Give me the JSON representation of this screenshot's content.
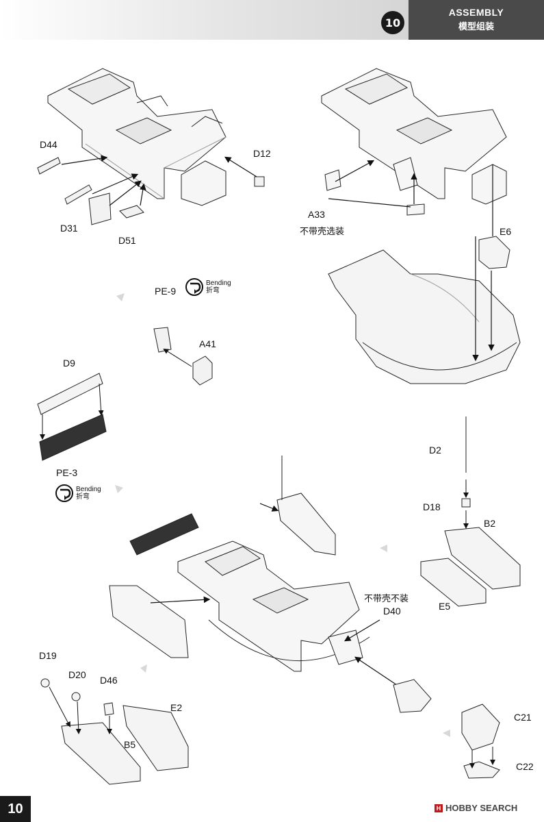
{
  "header": {
    "step_number": "10",
    "title": "ASSEMBLY",
    "subtitle": "模型组装"
  },
  "page_number": "10",
  "watermark": "HOBBY SEARCH",
  "bending_note": {
    "en": "Bending",
    "cn": "折弯"
  },
  "part_labels": {
    "d44": "D44",
    "d12": "D12",
    "d31": "D31",
    "d51": "D51",
    "a33": "A33",
    "a33_note": "不带壳选装",
    "e6": "E6",
    "pe9": "PE-9",
    "a41": "A41",
    "d9": "D9",
    "pe3": "PE-3",
    "d2": "D2",
    "d18": "D18",
    "b2": "B2",
    "e5": "E5",
    "d40_note": "不带壳不装",
    "d40": "D40",
    "d19": "D19",
    "d20": "D20",
    "d46": "D46",
    "e2": "E2",
    "b5": "B5",
    "c21": "C21",
    "c22": "C22"
  },
  "colors": {
    "ink": "#1a1a1a",
    "header_dark": "#4a4a4a",
    "part_fill": "#f4f4f4",
    "arrow_light": "#d8d8d8"
  }
}
